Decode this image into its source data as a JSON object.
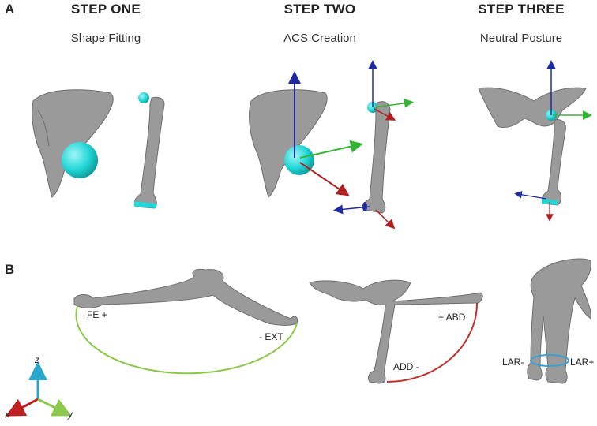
{
  "panels": {
    "a_label": "A",
    "b_label": "B"
  },
  "steps": [
    {
      "title": "STEP ONE",
      "subtitle": "Shape Fitting"
    },
    {
      "title": "STEP TWO",
      "subtitle": "ACS Creation"
    },
    {
      "title": "STEP THREE",
      "subtitle": "Neutral Posture"
    }
  ],
  "motions": {
    "fe_plus": "FE +",
    "ext_minus": "- EXT",
    "abd_plus": "+ ABD",
    "add_minus": "ADD -",
    "lar_minus": "LAR-",
    "lar_plus": "LAR+"
  },
  "axes": {
    "x": "x",
    "y": "y",
    "z": "z"
  },
  "colors": {
    "bone": "#9a9a9a",
    "bone_edge": "#6e6e6e",
    "sphere": "#22d6d6",
    "axis_blue": "#1f2aa0",
    "axis_green": "#33b533",
    "axis_red": "#b02020",
    "arc_green": "#8cc84b",
    "arc_red": "#c0302a",
    "ring_blue": "#3aa0d0"
  }
}
